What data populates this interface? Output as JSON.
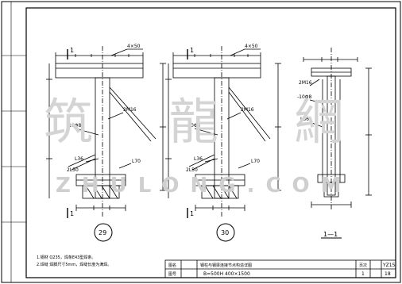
{
  "drawing": {
    "watermark_chinese": "筑 龍 網",
    "watermark_latin": "ZHULONG.COM",
    "views": {
      "left": {
        "cut_mark_top": "1",
        "cut_mark_bottom": "1",
        "detail_number": "29",
        "dim_top": "4×50",
        "tag_1": "2M16",
        "tag_2": "-10Φ8",
        "tag_3": "L36",
        "tag_4": "L70",
        "tag_5": "2L50"
      },
      "middle": {
        "cut_mark_top": "1",
        "cut_mark_bottom": "1",
        "detail_number": "30",
        "dim_top": "4×50",
        "tag_1": "2M16",
        "tag_2": "-10Φ8",
        "tag_3": "L36",
        "tag_4": "L70",
        "tag_5": "2L50"
      },
      "right": {
        "section_label": "1—1",
        "tag_1": "2M16",
        "tag_2": "-10Φ8",
        "tag_3": "L36"
      }
    },
    "notes": [
      "1.钢材  Q235，焊条E43型焊条。",
      "2.焊缝  焊脚尺寸5mm，焊缝长度为满焊。"
    ],
    "title_block": {
      "cell_label_1": "图名",
      "cell_label_2": "图号",
      "drawing_title": "钢柱与钢梁连接节点构造详图",
      "spec_text": "B=500H  400×1500",
      "cell_label_3": "页次",
      "sheet_code": "YZ15",
      "index_value": "1",
      "page_number": "18"
    }
  }
}
